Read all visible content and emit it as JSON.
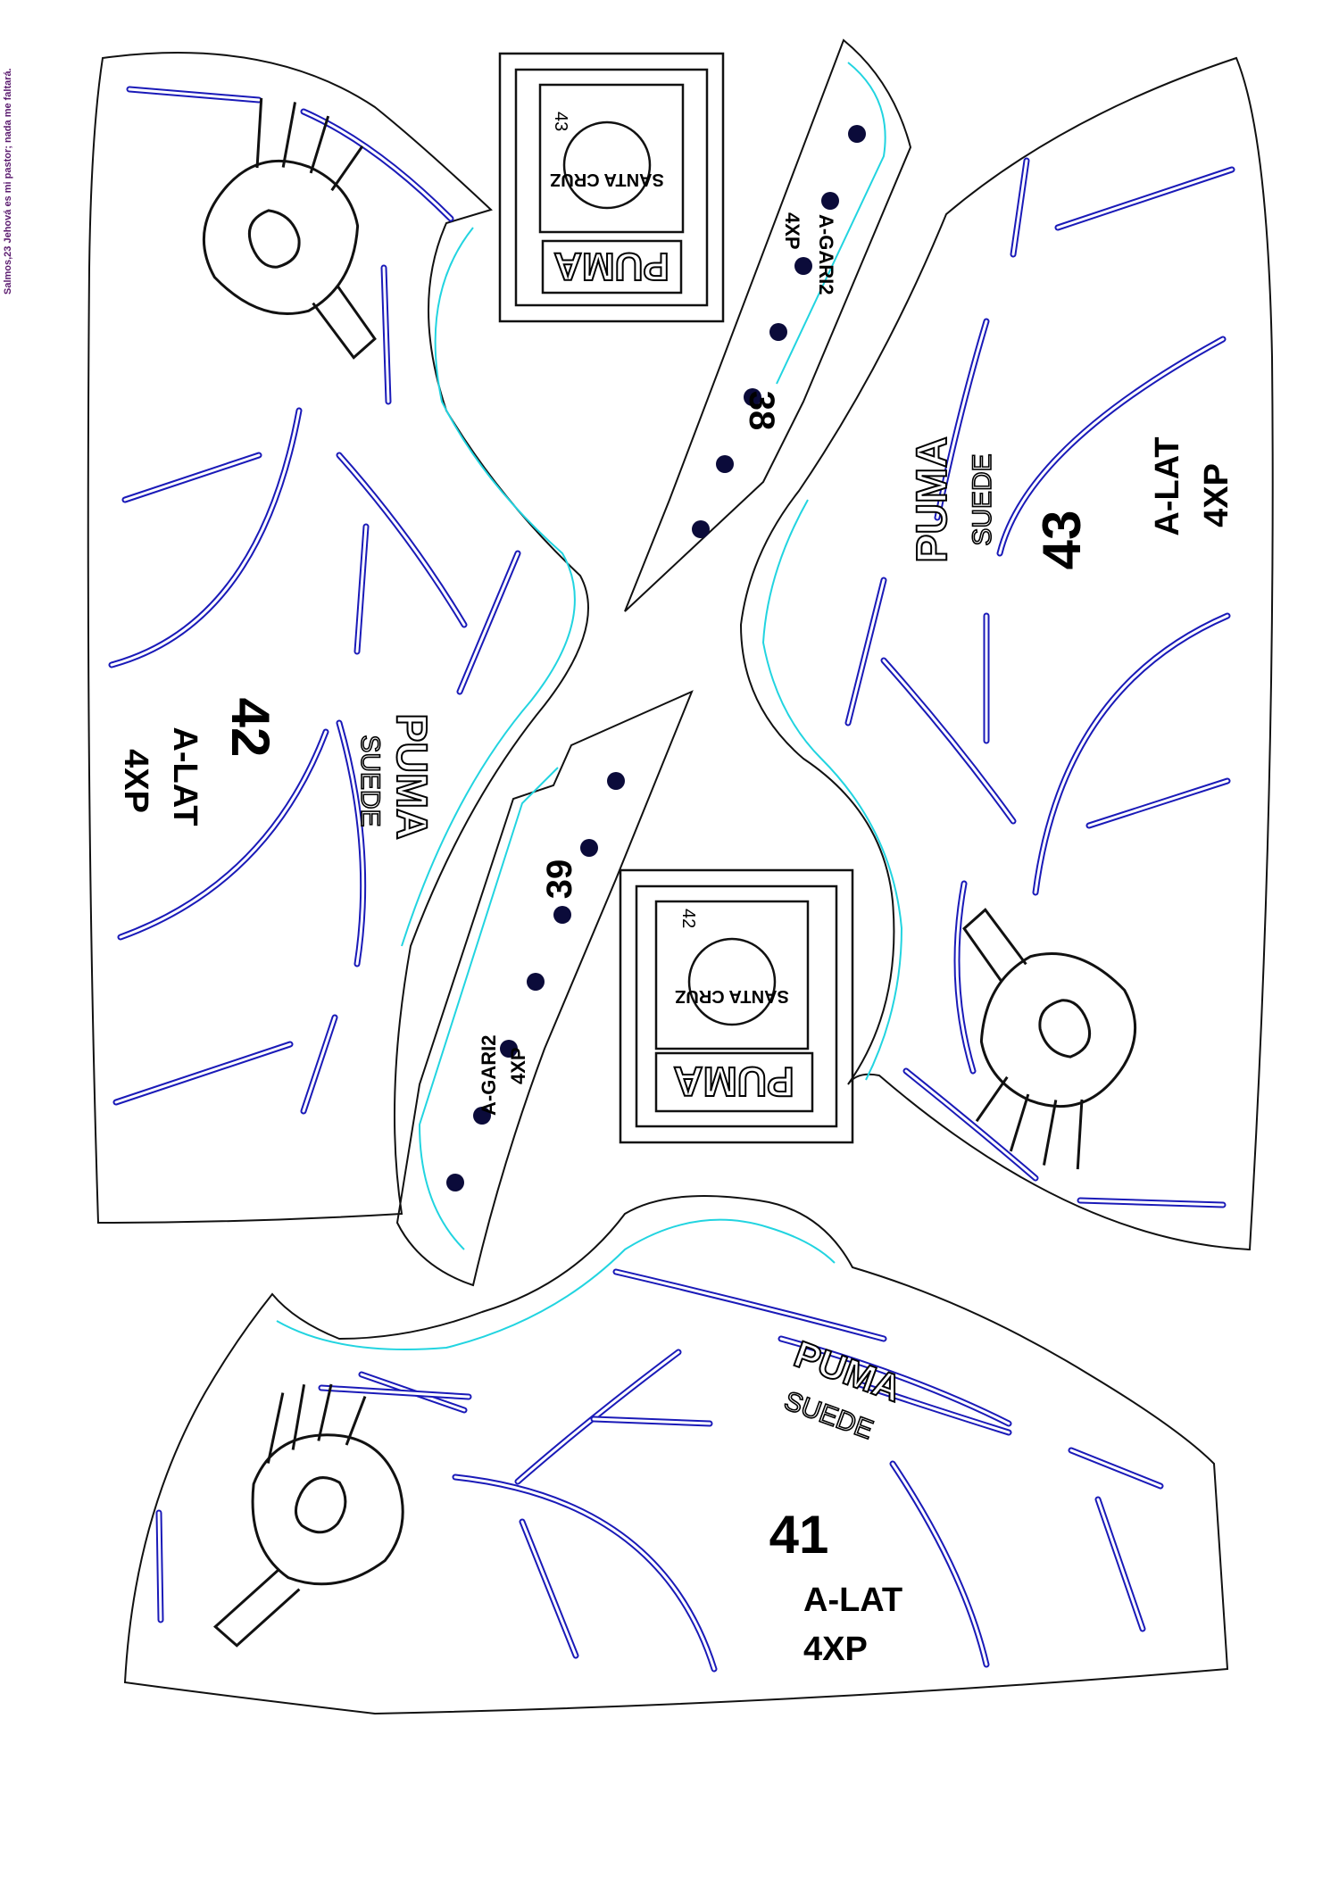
{
  "header": {
    "verse": "Salmos,23 Jehová es mi pastor; nada me faltará."
  },
  "pieces": {
    "p42": {
      "size": "42",
      "code": "A-LAT",
      "qty": "4XP",
      "brand": "PUMA",
      "model": "SUEDE"
    },
    "p43": {
      "size": "43",
      "code": "A-LAT",
      "qty": "4XP",
      "brand": "PUMA",
      "model": "SUEDE"
    },
    "p41": {
      "size": "41",
      "code": "A-LAT",
      "qty": "4XP",
      "brand": "PUMA",
      "model": "SUEDE"
    }
  },
  "strips": {
    "s38": {
      "size": "38",
      "code": "A-GARI2",
      "qty": "4XP"
    },
    "s39": {
      "size": "39",
      "code": "A-GARI2",
      "qty": "4XP"
    }
  },
  "tongues": {
    "t43": {
      "size": "43",
      "logo": "SANTA CRUZ",
      "brand": "PUMA"
    },
    "t42": {
      "size": "42",
      "logo": "SANTA CRUZ",
      "brand": "PUMA"
    }
  },
  "colors": {
    "outline": "#111111",
    "guide": "#22d4e0",
    "stitch": "#1a1ab8",
    "hole": "#0b0b3a"
  }
}
